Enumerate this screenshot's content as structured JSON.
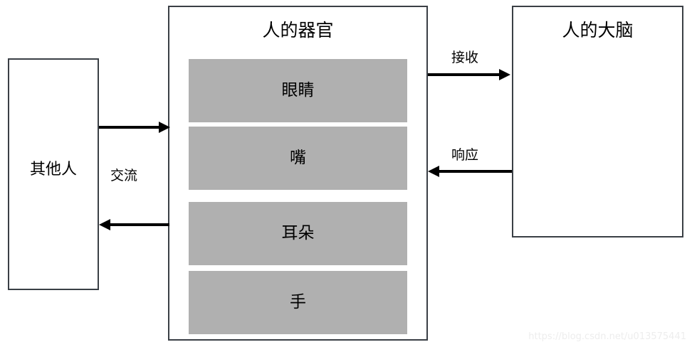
{
  "diagram": {
    "nodes": {
      "other_people": {
        "label": "其他人"
      },
      "organs": {
        "title": "人的器官",
        "items": [
          {
            "label": "眼睛"
          },
          {
            "label": "嘴"
          },
          {
            "label": "耳朵"
          },
          {
            "label": "手"
          }
        ]
      },
      "brain": {
        "label": "人的大脑"
      }
    },
    "edges": [
      {
        "name": "communicate",
        "label": "交流",
        "direction": "bidirectional",
        "from": "other_people",
        "to": "organs"
      },
      {
        "name": "receive",
        "label": "接收",
        "direction": "right",
        "from": "organs",
        "to": "brain"
      },
      {
        "name": "respond",
        "label": "响应",
        "direction": "left",
        "from": "brain",
        "to": "organs"
      }
    ],
    "colors": {
      "organ_fill": "#b0b0b0",
      "border": "#3a3f45",
      "arrow": "#000000",
      "background": "#ffffff",
      "watermark": "#ededed"
    }
  },
  "watermark": {
    "text": "https://blog.csdn.net/u013575441"
  }
}
